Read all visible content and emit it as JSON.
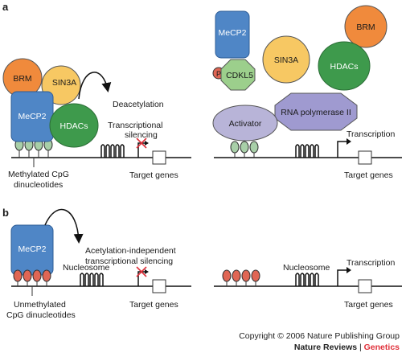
{
  "panels": {
    "a": "a",
    "b": "b"
  },
  "proteins": {
    "mecp2": "MeCP2",
    "brm": "BRM",
    "sin3a": "SIN3A",
    "hdacs": "HDACs",
    "cdkl5": "CDKL5",
    "phospho": "P",
    "activator": "Activator",
    "rnapol": "RNA polymerase II"
  },
  "labels": {
    "deacetylation": "Deacetylation",
    "silencing_1": "Transcriptional",
    "silencing_2": "silencing",
    "methylated_1": "Methylated CpG",
    "methylated_2": "dinucleotides",
    "target_genes": "Target genes",
    "transcription": "Transcription",
    "nucleosome": "Nucleosome",
    "acetyl_1": "Acetylation-independent",
    "acetyl_2": "transcriptional silencing",
    "unmethylated_1": "Unmethylated",
    "unmethylated_2": "CpG dinucleotides"
  },
  "copyright": {
    "line1": "Copyright © 2006 Nature Publishing Group",
    "journal": "Nature Reviews",
    "separator": " | ",
    "section": "Genetics"
  },
  "colors": {
    "mecp2": "#4f86c6",
    "brm": "#f08a3c",
    "sin3a": "#f7c863",
    "hdacs": "#3e9a4c",
    "cdkl5": "#9ccf8c",
    "activator": "#b8b4d8",
    "rnapol": "#9f9ad0",
    "methylated": "#a8cfa8",
    "unmethylated": "#e06654",
    "accent": "#e0303a"
  }
}
